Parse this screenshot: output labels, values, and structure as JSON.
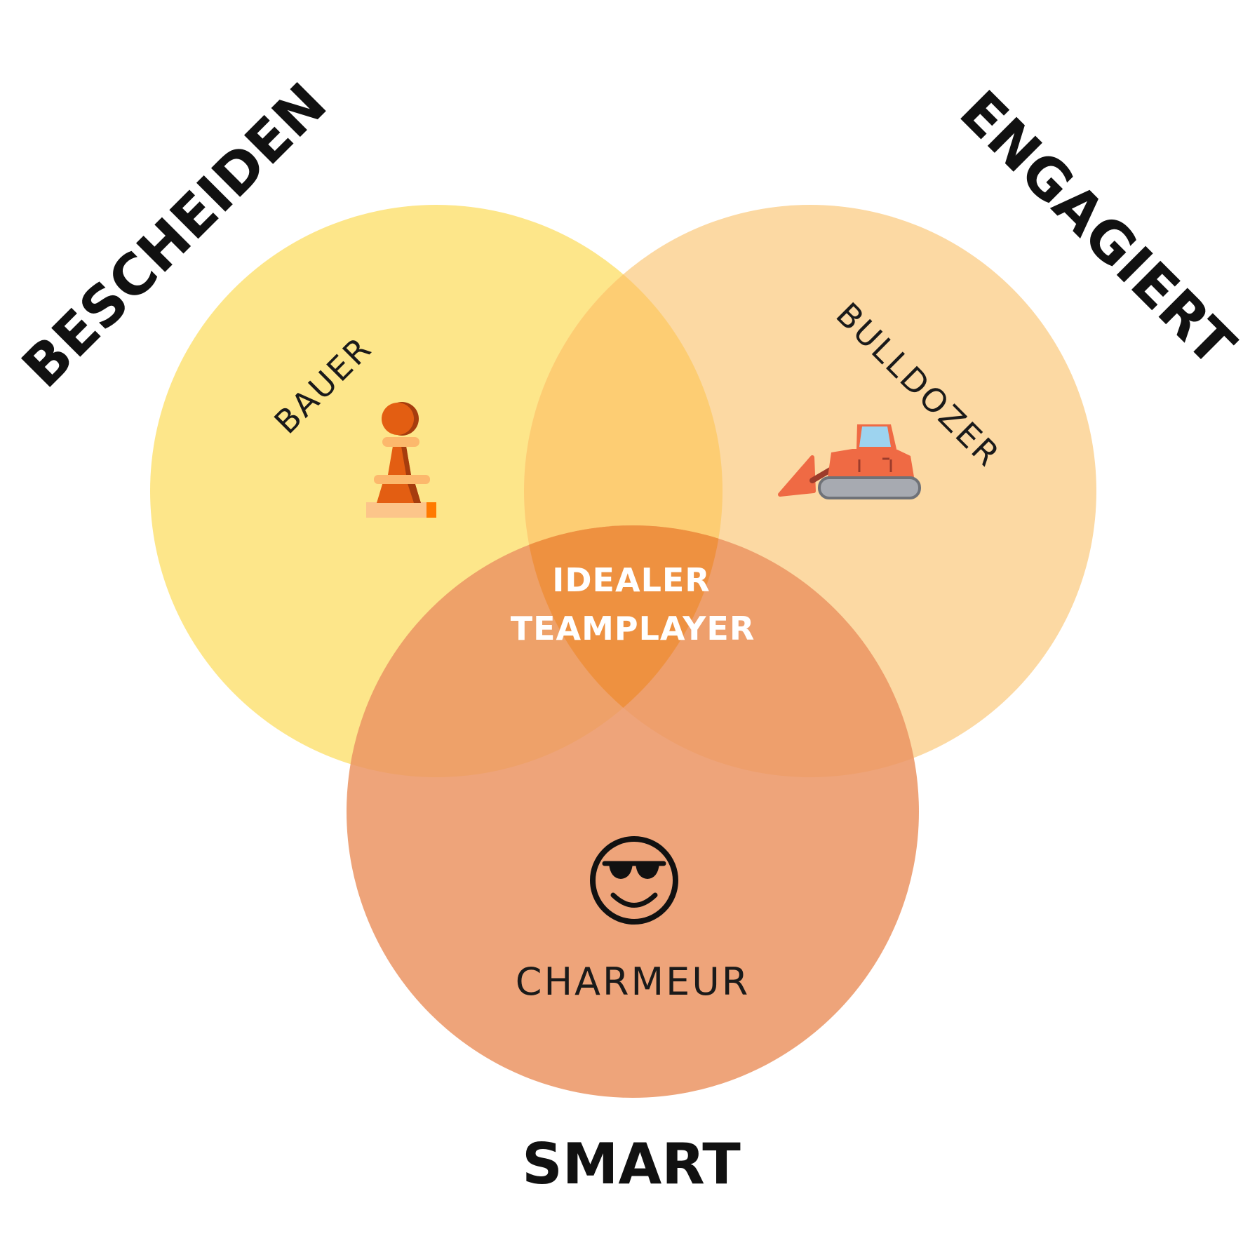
{
  "sets": [
    {
      "id": "bescheiden",
      "title": "BESCHEIDEN",
      "color": "#fde68a"
    },
    {
      "id": "engagiert",
      "title": "ENGAGIERT",
      "color": "#fcd9a3"
    },
    {
      "id": "smart",
      "title": "SMART",
      "color": "#eb9463"
    }
  ],
  "personas": {
    "bauer": {
      "label": "BAUER",
      "icon": "chess-pawn-icon"
    },
    "bulldozer": {
      "label": "BULLDOZER",
      "icon": "bulldozer-icon"
    },
    "charmeur": {
      "label": "CHARMEUR",
      "icon": "sunglasses-smiley-icon"
    }
  },
  "center": {
    "line1": "IDEALER",
    "line2": "TEAMPLAYER"
  },
  "colors": {
    "overlap_bescheiden_engagiert": "#fdcd73",
    "center_overlap": "#ee9140",
    "pawn_primary": "#e35e12",
    "pawn_light": "#fcb86c",
    "bulldozer_body": "#ef6a44",
    "bulldozer_window": "#9dd3ef",
    "bulldozer_track": "#a7aab1"
  }
}
